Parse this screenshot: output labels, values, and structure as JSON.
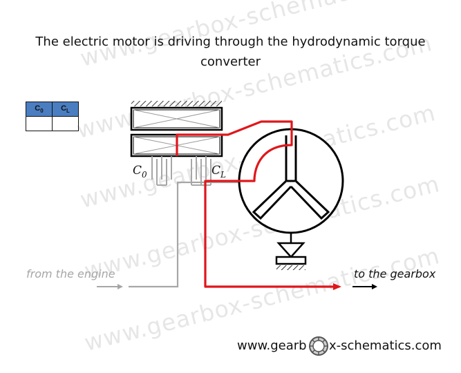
{
  "diagram": {
    "title_line1": "The electric motor is driving through the hydrodynamic torque",
    "title_line2": "converter",
    "clutch_table": {
      "headers": [
        {
          "base": "C",
          "sub": "0"
        },
        {
          "base": "C",
          "sub": "L"
        }
      ],
      "row": [
        "",
        ""
      ],
      "header_color": "#4a7ec1"
    },
    "clutch_labels": {
      "c0": {
        "base": "C",
        "sub": "0"
      },
      "cl": {
        "base": "C",
        "sub": "L"
      }
    },
    "input_label": "from the engine",
    "output_label": "to the gearbox",
    "watermark": "www.gearbox-schematics.com",
    "footer": {
      "left": "www.gearb",
      "right": "x-schematics.com"
    },
    "colors": {
      "power_flow": "#e0161b",
      "inactive": "#a6a6a6",
      "structure": "#000000"
    }
  }
}
